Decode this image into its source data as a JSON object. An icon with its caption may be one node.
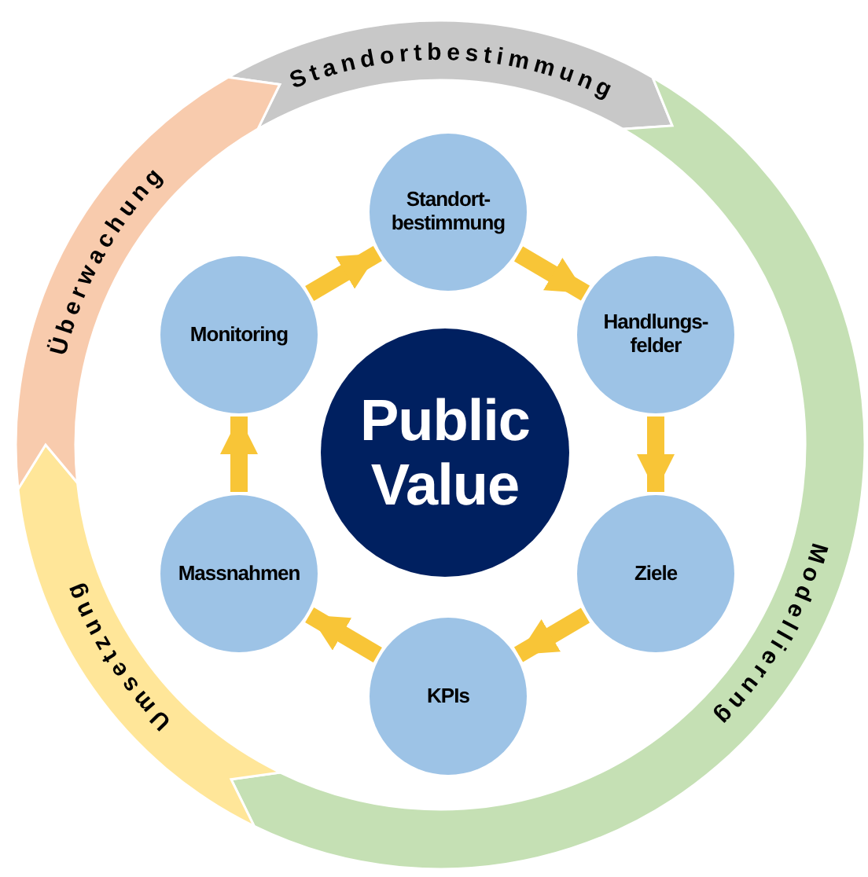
{
  "diagram": {
    "nodes": [
      {
        "text": [
          "Standortbestimmung"
        ]
      },
      {
        "text": [
          "Modellierung"
        ]
      },
      {
        "text": [
          "Umsetzung"
        ]
      },
      {
        "text": [
          "Überwachung"
        ]
      },
      {
        "text": [
          "Standort- bestimmung"
        ]
      },
      {
        "text": [
          "Handlungs- felder"
        ]
      },
      {
        "text": [
          "Ziele"
        ]
      },
      {
        "text": [
          "KPIs"
        ]
      },
      {
        "text": [
          "Massnahmen"
        ]
      },
      {
        "text": [
          "Monitoring"
        ]
      },
      {
        "text": [
          "Public Value"
        ]
      }
    ],
    "edges": [
      {
        "from": 4,
        "to": 5,
        "arrow": "to"
      },
      {
        "from": 5,
        "to": 6,
        "arrow": "to"
      },
      {
        "from": 6,
        "to": 7,
        "arrow": "to"
      },
      {
        "from": 7,
        "to": 8,
        "arrow": "to"
      },
      {
        "from": 8,
        "to": 9,
        "arrow": "to"
      },
      {
        "from": 9,
        "to": 4,
        "arrow": "to"
      }
    ]
  }
}
